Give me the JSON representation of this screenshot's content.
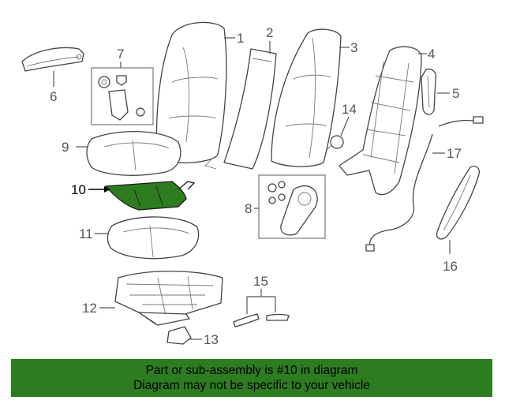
{
  "callouts": [
    {
      "id": "1",
      "label": "1"
    },
    {
      "id": "2",
      "label": "2"
    },
    {
      "id": "3",
      "label": "3"
    },
    {
      "id": "4",
      "label": "4"
    },
    {
      "id": "5",
      "label": "5"
    },
    {
      "id": "6",
      "label": "6"
    },
    {
      "id": "7",
      "label": "7"
    },
    {
      "id": "8",
      "label": "8"
    },
    {
      "id": "9",
      "label": "9"
    },
    {
      "id": "10",
      "label": "10"
    },
    {
      "id": "11",
      "label": "11"
    },
    {
      "id": "12",
      "label": "12"
    },
    {
      "id": "13",
      "label": "13"
    },
    {
      "id": "14",
      "label": "14"
    },
    {
      "id": "15",
      "label": "15"
    },
    {
      "id": "16",
      "label": "16"
    },
    {
      "id": "17",
      "label": "17"
    }
  ],
  "highlight": {
    "part_number": "10",
    "color": "#2d7d20"
  },
  "banner": {
    "line1": "Part or sub-assembly is #10 in diagram",
    "line2": "Diagram may not be specific to your vehicle",
    "background": "#2d7d20"
  }
}
